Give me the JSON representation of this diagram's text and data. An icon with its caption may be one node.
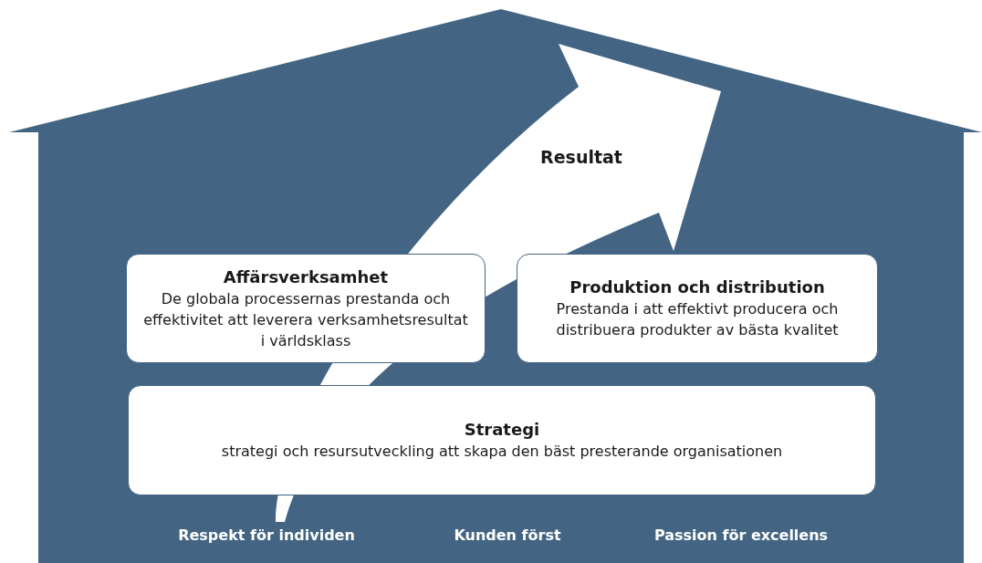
{
  "diagram": {
    "nodes": [
      {
        "text": [
          "Resultat"
        ]
      },
      {
        "text": [
          "Affärsverksamhet",
          "De globala processernas prestanda och effektivitet att leverera verksamhetsresultat i världsklass"
        ]
      },
      {
        "text": [
          "Produktion och distribution",
          "Prestanda i att effektivt producera och distribuera produkter av bästa kvalitet"
        ]
      },
      {
        "text": [
          "Strategi",
          "strategi och resursutveckling att skapa den bäst presterande organisationen"
        ]
      }
    ],
    "labels": [
      "Respekt för individen",
      "Kunden först",
      "Passion för excellens"
    ]
  }
}
